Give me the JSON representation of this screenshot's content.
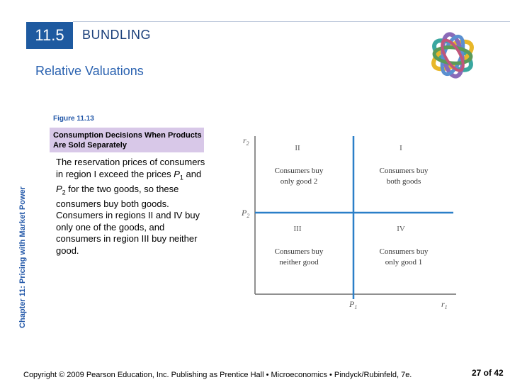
{
  "header": {
    "section_number": "11.5",
    "section_title": "BUNDLING",
    "subtitle": "Relative Valuations"
  },
  "sidebar": {
    "chapter_label": "Chapter 11: Pricing with Market Power"
  },
  "figure": {
    "label": "Figure 11.13",
    "caption": "Consumption Decisions When Products Are Sold Separately"
  },
  "body": {
    "p1_before_p1": "The reservation prices of consumers in region I exceed the prices ",
    "p1_sym1": "P",
    "p1_sub1": "1",
    "p1_mid": " and ",
    "p1_sym2": "P",
    "p1_sub2": "2",
    "p1_after": " for the two goods, so these consumers buy both goods.",
    "p2": "Consumers in regions II and IV buy only one of the goods, and consumers in region III buy neither good."
  },
  "diagram": {
    "y_axis_label": "r",
    "y_axis_sub": "2",
    "x_axis_label": "r",
    "x_axis_sub": "1",
    "p1_label": "P",
    "p1_sub": "1",
    "p2_label": "P",
    "p2_sub": "2",
    "region_I": {
      "numeral": "I",
      "line1": "Consumers buy",
      "line2": "both goods"
    },
    "region_II": {
      "numeral": "II",
      "line1": "Consumers buy",
      "line2": "only good 2"
    },
    "region_III": {
      "numeral": "III",
      "line1": "Consumers buy",
      "line2": "neither good"
    },
    "region_IV": {
      "numeral": "IV",
      "line1": "Consumers buy",
      "line2": "only good 1"
    },
    "colors": {
      "axis": "#6b6b6b",
      "price_line": "#2a7fc8"
    }
  },
  "footer": {
    "copyright": "Copyright © 2009 Pearson Education, Inc. Publishing as Prentice Hall • Microeconomics • Pindyck/Rubinfeld, 7e.",
    "page": "27 of 42"
  }
}
